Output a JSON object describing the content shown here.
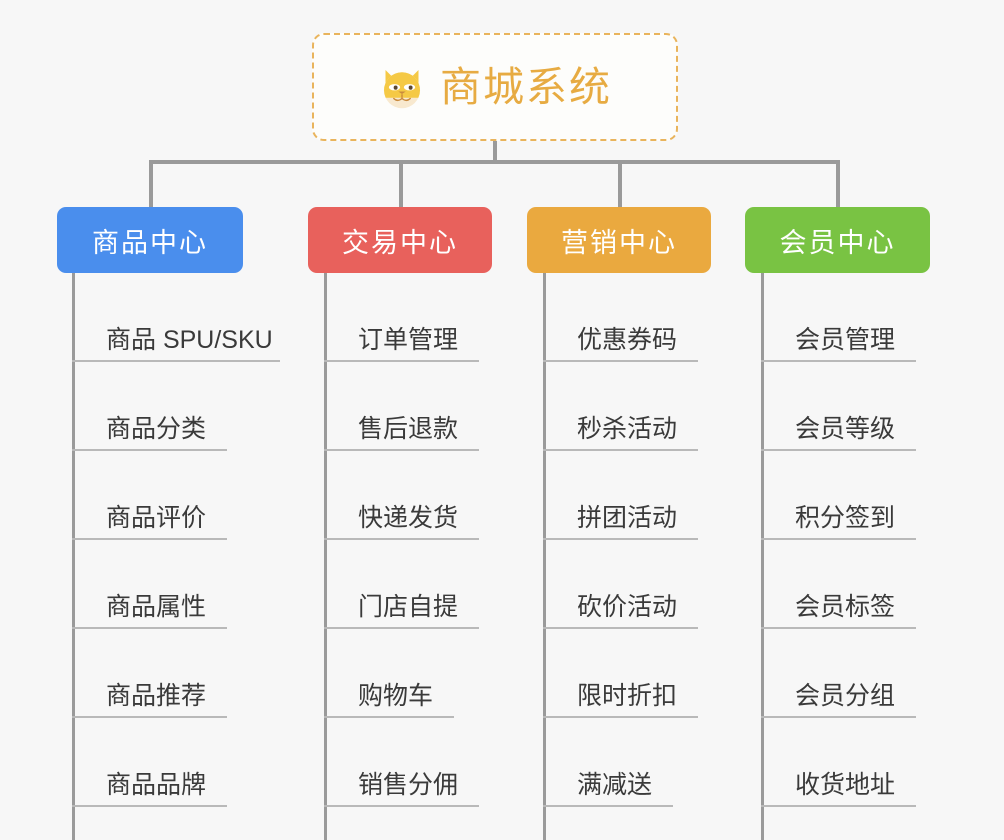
{
  "background_color": "#f7f7f7",
  "root": {
    "title": "商城系统",
    "icon": "dog-face-emoji",
    "text_color": "#e7ab42",
    "border_color": "#e9b45c",
    "background_color": "#fdfdfb"
  },
  "connector_color": "#9a9a9a",
  "leaf_line_color": "#b9b9b9",
  "leaf_text_color": "#3a3a3a",
  "branches": [
    {
      "label": "商品中心",
      "color": "#4a8eed",
      "items": [
        {
          "label": "商品 SPU/SKU"
        },
        {
          "label": "商品分类"
        },
        {
          "label": "商品评价"
        },
        {
          "label": "商品属性"
        },
        {
          "label": "商品推荐"
        },
        {
          "label": "商品品牌"
        }
      ]
    },
    {
      "label": "交易中心",
      "color": "#e8615c",
      "items": [
        {
          "label": "订单管理"
        },
        {
          "label": "售后退款"
        },
        {
          "label": "快递发货"
        },
        {
          "label": "门店自提"
        },
        {
          "label": "购物车"
        },
        {
          "label": "销售分佣"
        }
      ]
    },
    {
      "label": "营销中心",
      "color": "#eaa93f",
      "items": [
        {
          "label": "优惠券码"
        },
        {
          "label": "秒杀活动"
        },
        {
          "label": "拼团活动"
        },
        {
          "label": "砍价活动"
        },
        {
          "label": "限时折扣"
        },
        {
          "label": "满减送"
        }
      ]
    },
    {
      "label": "会员中心",
      "color": "#79c343",
      "items": [
        {
          "label": "会员管理"
        },
        {
          "label": "会员等级"
        },
        {
          "label": "积分签到"
        },
        {
          "label": "会员标签"
        },
        {
          "label": "会员分组"
        },
        {
          "label": "收货地址"
        }
      ]
    }
  ]
}
